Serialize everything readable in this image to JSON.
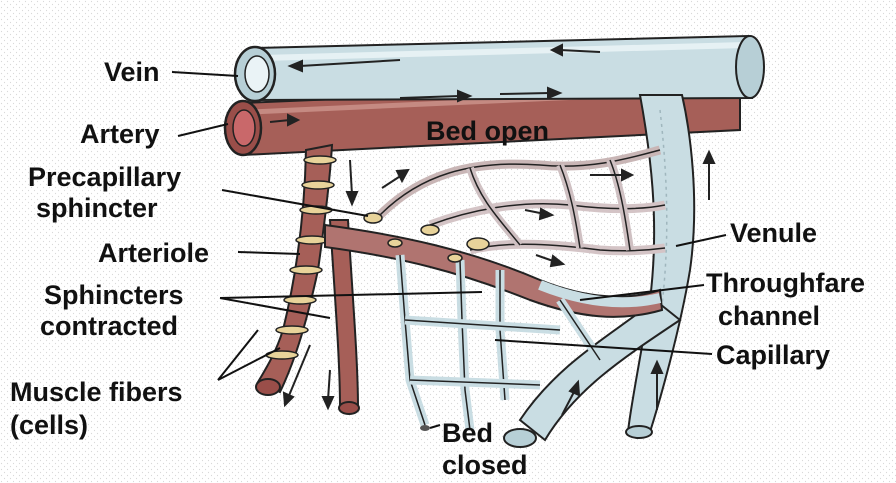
{
  "labels": {
    "vein": "Vein",
    "artery": "Artery",
    "bed_open": "Bed open",
    "precapillary_sphincter": [
      "Precapillary",
      "sphincter"
    ],
    "arteriole": "Arteriole",
    "sphincters_contracted": [
      "Sphincters",
      "contracted"
    ],
    "muscle_fibers": [
      "Muscle fibers",
      "(cells)"
    ],
    "venule": "Venule",
    "thoroughfare_channel": [
      "Throughfare",
      "channel"
    ],
    "capillary": "Capillary",
    "bed_closed": [
      "Bed",
      "closed"
    ]
  },
  "colors": {
    "vein": "#c9dde3",
    "artery": "#9e5a55",
    "outline": "#222222",
    "sphincter": "#e8d39a",
    "background": "#ffffff"
  }
}
